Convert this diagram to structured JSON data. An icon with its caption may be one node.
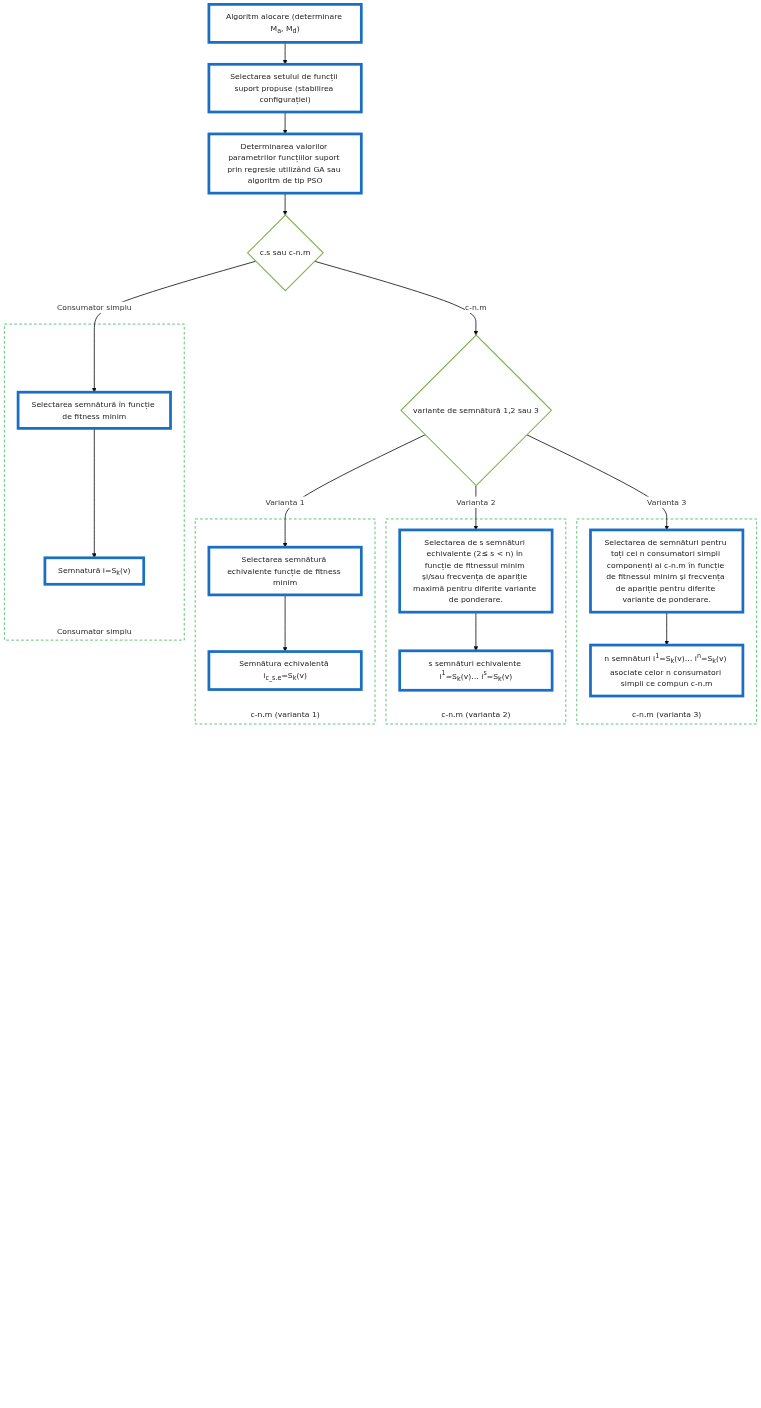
{
  "diagram": {
    "nodes": [
      {
        "text": [
          "Algoritm alocare (determinare M$_{a}$, M$_{d}$)"
        ]
      },
      {
        "text": [
          "Selectarea setului de funcții suport propuse (stabilirea configurației)"
        ]
      },
      {
        "text": [
          "Determinarea valorilor parametrilor funcțiilor suport prin regresie utilizând GA sau algoritm de tip PSO"
        ]
      },
      {
        "text": [
          "c.s sau c-n.m"
        ]
      },
      {
        "text": [
          "variante de semnătură 1,2 sau 3"
        ]
      },
      {
        "text": [
          "Consumator simplu"
        ]
      },
      {
        "text": [
          "Selectarea semnătură în funcție de fitness minim"
        ],
        "in": 5
      },
      {
        "text": [
          "Semnatură i=S$_{k}$(v)"
        ],
        "in": 5
      },
      {
        "text": [
          "c-n.m (varianta 1)"
        ]
      },
      {
        "text": [
          "Selectarea semnătură echivalente funcție de fitness minim"
        ],
        "in": 8
      },
      {
        "text": [
          "Semnătura echivalentă i$_{c_s.e}$=S$_{k}$(v)"
        ],
        "in": 8
      },
      {
        "text": [
          "c-n.m (varianta 2)"
        ]
      },
      {
        "text": [
          "Selectarea de s semnături echivalente (2≤ s < n) în funcție de fitnessul minim și/sau frecvența de apariție maximă pentru diferite variante de ponderare."
        ],
        "in": 11
      },
      {
        "text": [
          "s semnături echivalente i$^{1}$=S$_{k}$(v)… i$^{s}$=S$_{k}$(v)"
        ],
        "in": 11
      },
      {
        "text": [
          "c-n.m (varianta 3)"
        ]
      },
      {
        "text": [
          "Selectarea de semnături pentru toți cei n consumatori simpli componenți ai c-n.m în funcție de fitnessul minim și frecvența de apariție pentru diferite variante de ponderare."
        ],
        "in": 14
      },
      {
        "text": [
          "n semnături i$^{1}$=S$_{k}$(v)… i$^{n}$=S$_{k}$(v) asociate celor n consumatori simpli ce compun c-n.m"
        ],
        "in": 14
      }
    ],
    "edges": [
      {
        "from": 0,
        "to": 1,
        "arrow": "to"
      },
      {
        "from": 1,
        "to": 2,
        "arrow": "to"
      },
      {
        "from": 2,
        "to": 3,
        "arrow": "to"
      },
      {
        "from": 3,
        "to": 6,
        "label": "Consumator simplu",
        "arrow": "to"
      },
      {
        "from": 3,
        "to": 4,
        "label": "c-n.m",
        "arrow": "to"
      },
      {
        "from": 4,
        "to": 9,
        "label": "Varianta 1",
        "arrow": "to"
      },
      {
        "from": 4,
        "to": 12,
        "label": "Varianta 2",
        "arrow": "to"
      },
      {
        "from": 4,
        "to": 15,
        "label": "Varianta 3",
        "arrow": "to"
      },
      {
        "from": 6,
        "to": 7,
        "arrow": "to"
      },
      {
        "from": 9,
        "to": 10,
        "arrow": "to"
      },
      {
        "from": 12,
        "to": 13,
        "arrow": "to"
      },
      {
        "from": 15,
        "to": 16,
        "arrow": "to"
      }
    ]
  }
}
